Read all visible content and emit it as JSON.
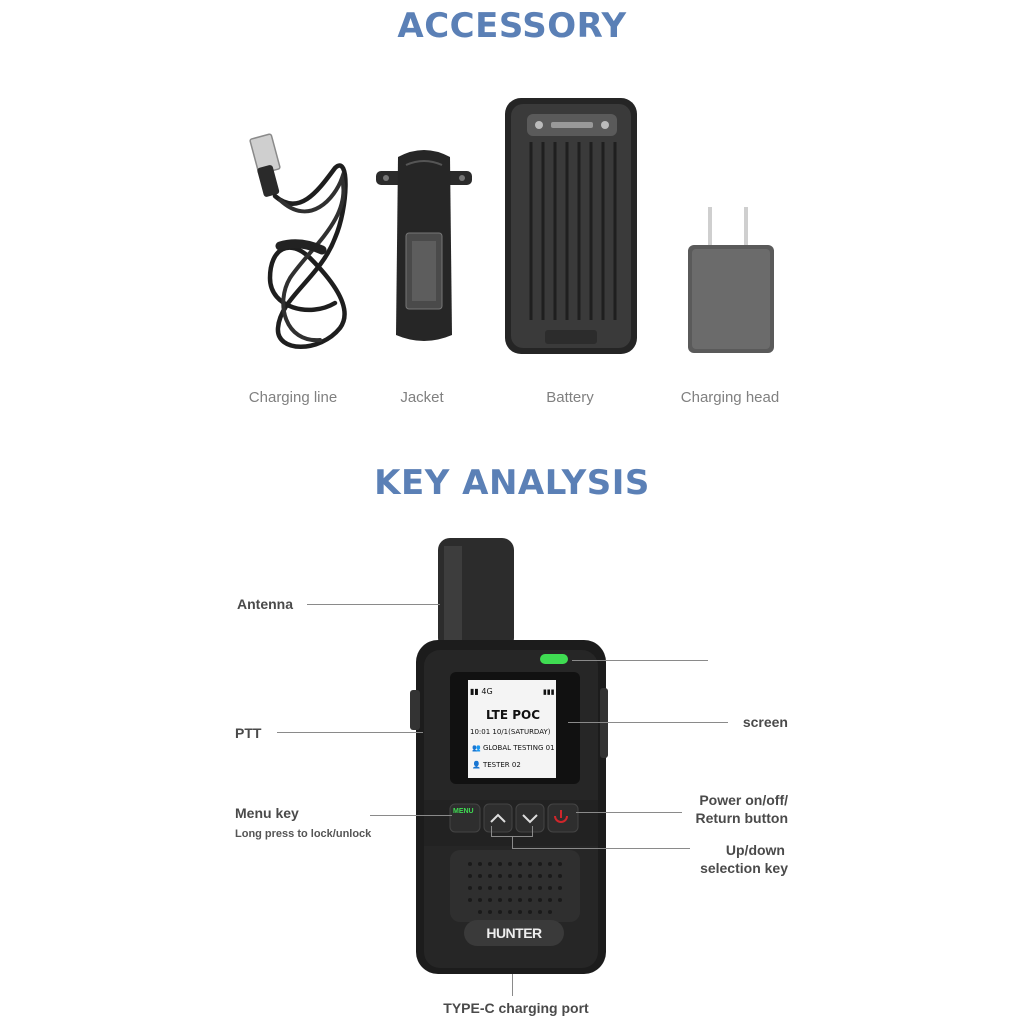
{
  "accessory": {
    "heading": "ACCESSORY",
    "items": [
      {
        "label": "Charging line"
      },
      {
        "label": "Jacket"
      },
      {
        "label": "Battery"
      },
      {
        "label": "Charging head"
      }
    ]
  },
  "key_analysis": {
    "heading": "KEY ANALYSIS",
    "labels": {
      "antenna": "Antenna",
      "ptt": "PTT",
      "menu_key": "Menu key",
      "menu_key_sub": "Long press to lock/unlock",
      "screen": "screen",
      "power_line1": "Power on/off/",
      "power_line2": "Return button",
      "updown_line1": "Up/down",
      "updown_line2": "selection key",
      "typec": "TYPE-C charging port"
    },
    "device": {
      "signal": "4G",
      "screen_title": "LTE POC",
      "datetime": "10:01  10/1(SATURDAY)",
      "group": "GLOBAL TESTING 01",
      "user": "TESTER 02",
      "menu_label": "MENU",
      "brand": "HUNTER"
    }
  },
  "colors": {
    "heading": "#5b80b6",
    "caption": "#808080",
    "led": "#3fdc52",
    "brand_accent": "#d0262b"
  }
}
